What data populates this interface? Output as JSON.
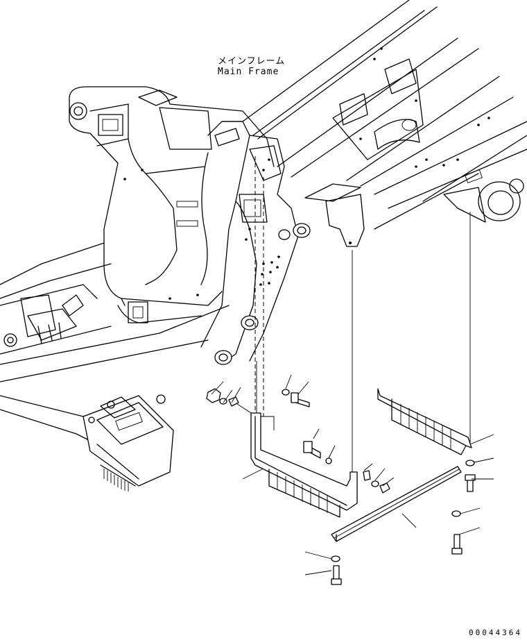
{
  "callout": {
    "label_jp": "メインフレーム",
    "label_en": "Main Frame"
  },
  "drawing_number": "00044364",
  "colors": {
    "line": "#000000",
    "background": "#ffffff"
  }
}
